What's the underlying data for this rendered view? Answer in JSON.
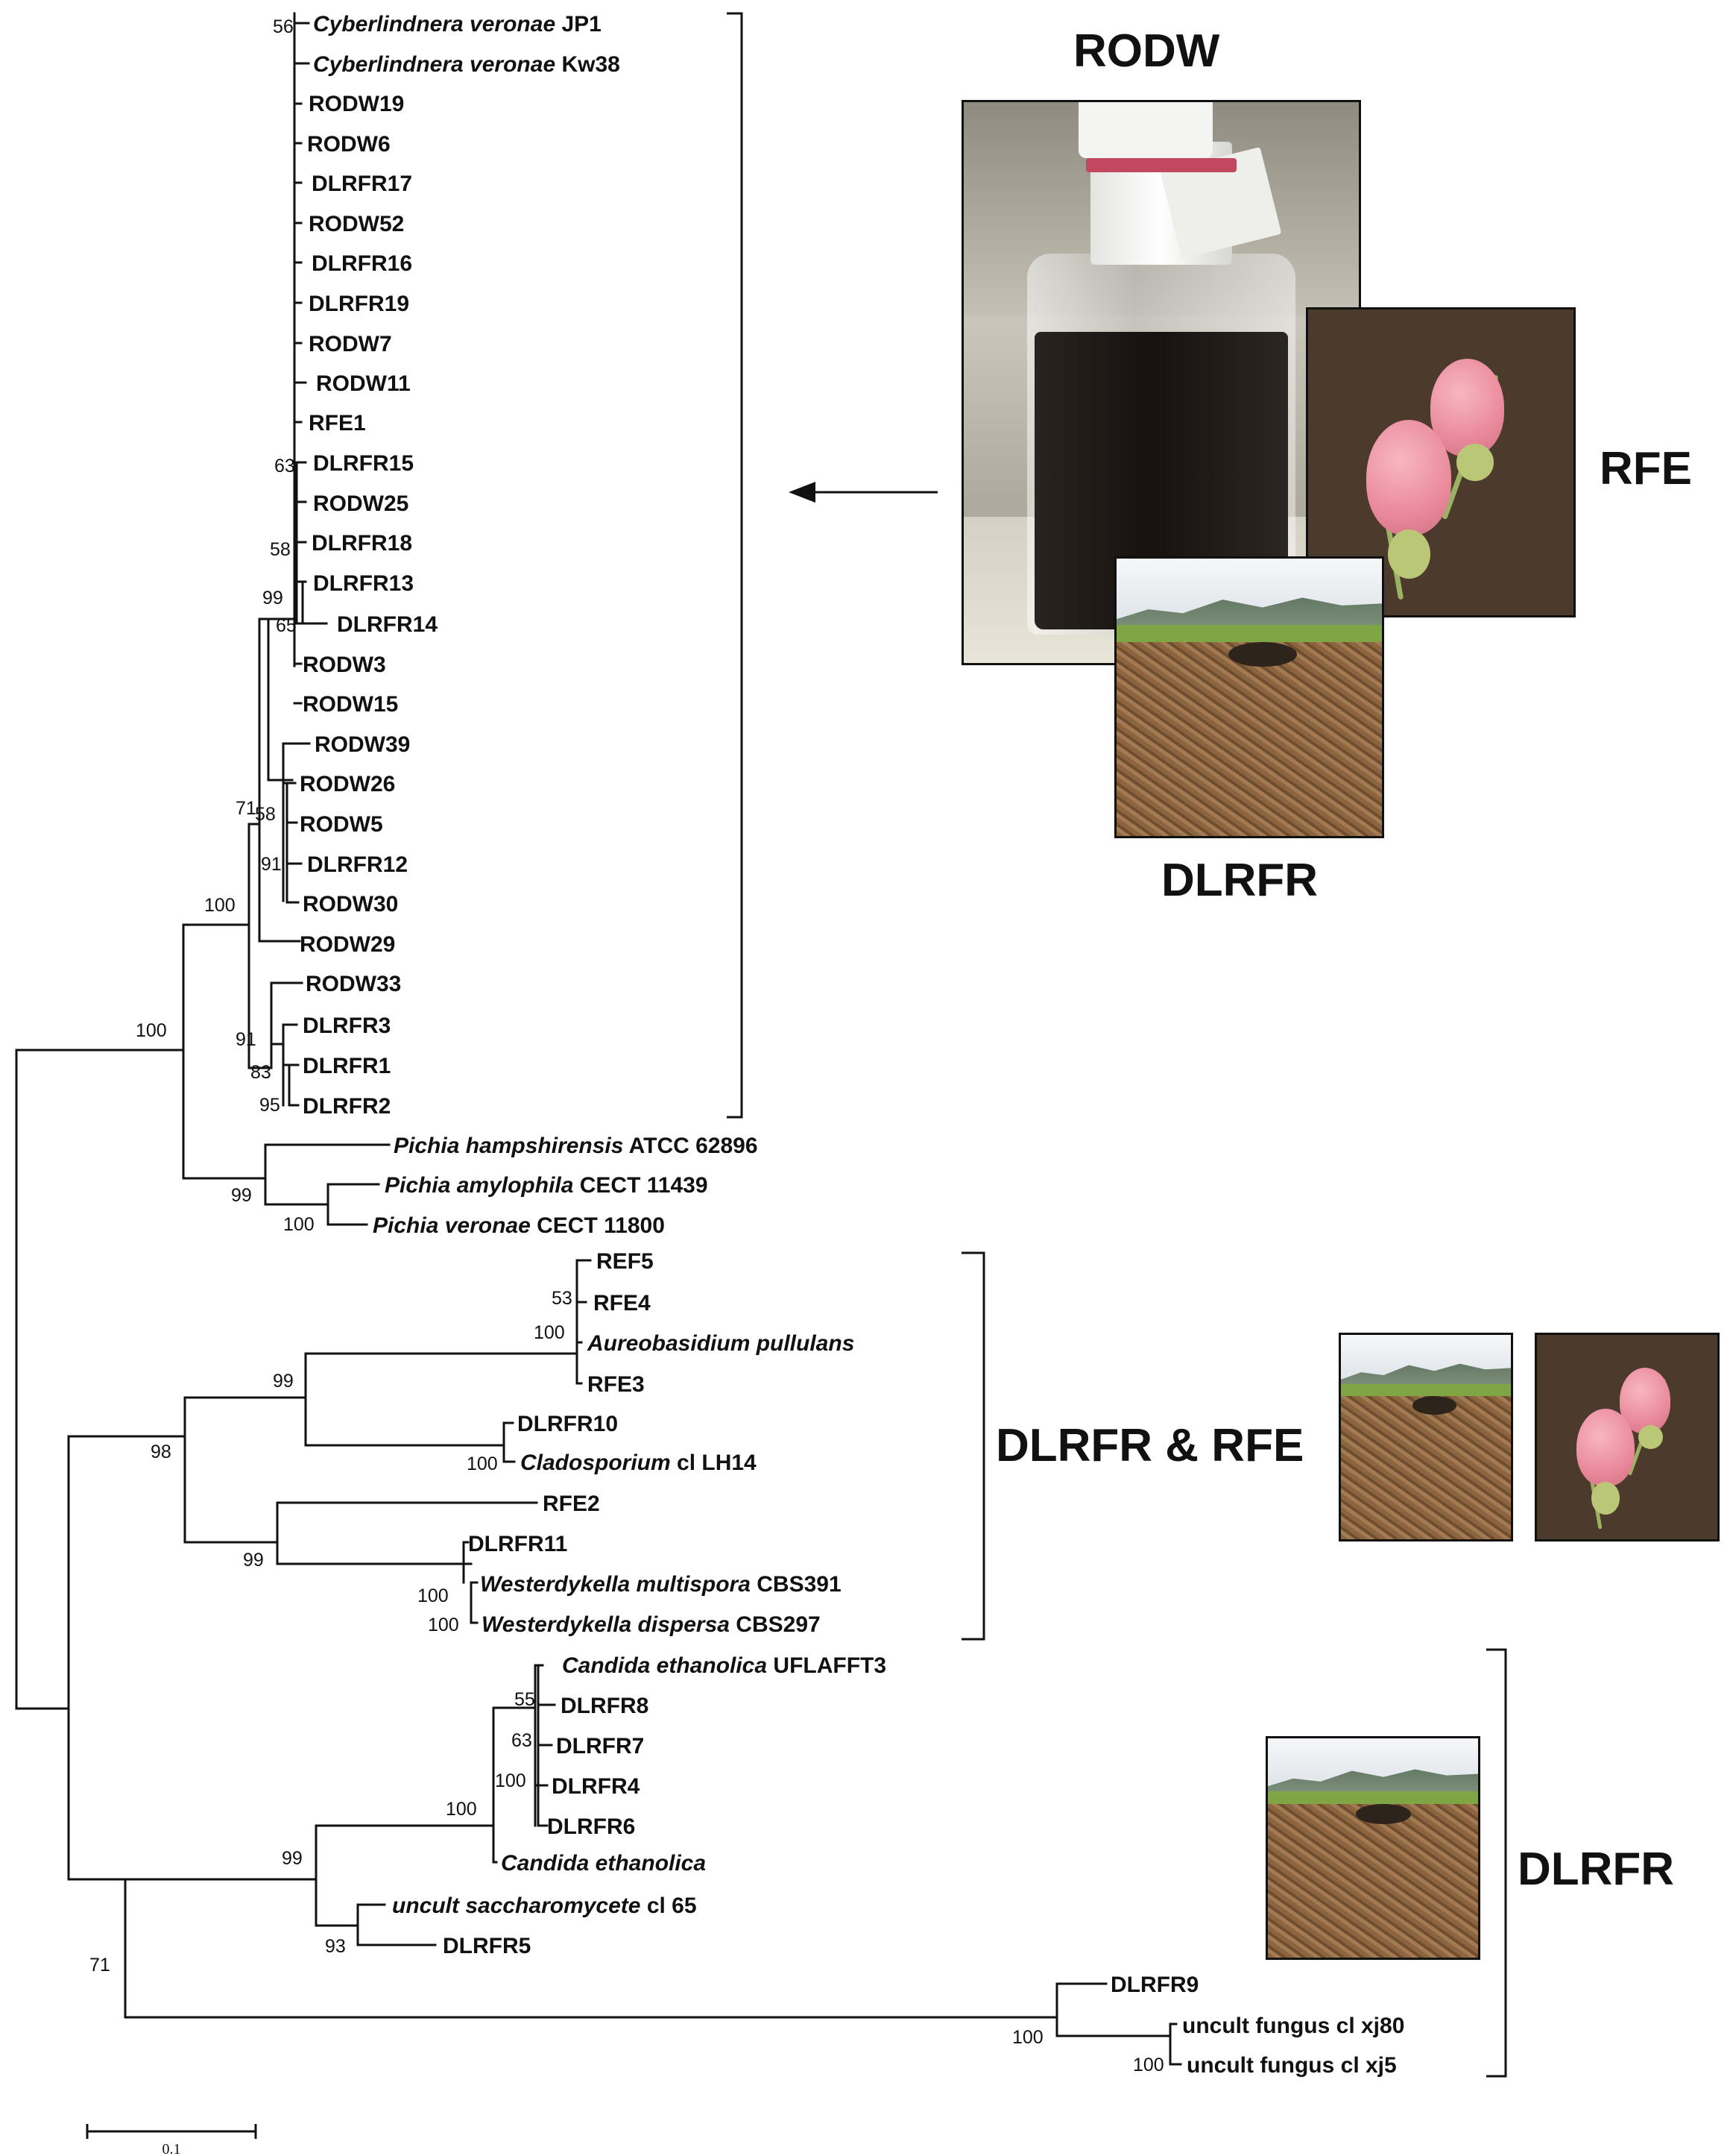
{
  "groups": {
    "rodw": "RODW",
    "rfe": "RFE",
    "dlrfr_top": "DLRFR",
    "mixed": "DLRFR & RFE",
    "dlrfr_bottom": "DLRFR"
  },
  "scale_label": "0.1",
  "leaves": [
    {
      "id": "l1",
      "italic": "Cyberlindnera veronae",
      "plain": " JP1"
    },
    {
      "id": "l2",
      "italic": "Cyberlindnera veronae",
      "plain": " Kw38"
    },
    {
      "id": "l3",
      "italic": "",
      "plain": "RODW19"
    },
    {
      "id": "l4",
      "italic": "",
      "plain": "RODW6"
    },
    {
      "id": "l5",
      "italic": "",
      "plain": "DLRFR17"
    },
    {
      "id": "l6",
      "italic": "",
      "plain": "RODW52"
    },
    {
      "id": "l7",
      "italic": "",
      "plain": "DLRFR16"
    },
    {
      "id": "l8",
      "italic": "",
      "plain": "DLRFR19"
    },
    {
      "id": "l9",
      "italic": "",
      "plain": "RODW7"
    },
    {
      "id": "l10",
      "italic": "",
      "plain": "RODW11"
    },
    {
      "id": "l11",
      "italic": "",
      "plain": "RFE1"
    },
    {
      "id": "l12",
      "italic": "",
      "plain": "DLRFR15"
    },
    {
      "id": "l13",
      "italic": "",
      "plain": "RODW25"
    },
    {
      "id": "l14",
      "italic": "",
      "plain": "DLRFR18"
    },
    {
      "id": "l15",
      "italic": "",
      "plain": "DLRFR13"
    },
    {
      "id": "l16",
      "italic": "",
      "plain": "DLRFR14"
    },
    {
      "id": "l17",
      "italic": "",
      "plain": "RODW3"
    },
    {
      "id": "l18",
      "italic": "",
      "plain": "RODW15"
    },
    {
      "id": "l19",
      "italic": "",
      "plain": "RODW39"
    },
    {
      "id": "l20",
      "italic": "",
      "plain": "RODW26"
    },
    {
      "id": "l21",
      "italic": "",
      "plain": "RODW5"
    },
    {
      "id": "l22",
      "italic": "",
      "plain": "DLRFR12"
    },
    {
      "id": "l23",
      "italic": "",
      "plain": "RODW30"
    },
    {
      "id": "l24",
      "italic": "",
      "plain": "RODW29"
    },
    {
      "id": "l25",
      "italic": "",
      "plain": "RODW33"
    },
    {
      "id": "l26",
      "italic": "",
      "plain": "DLRFR3"
    },
    {
      "id": "l27",
      "italic": "",
      "plain": "DLRFR1"
    },
    {
      "id": "l28",
      "italic": "",
      "plain": "DLRFR2"
    },
    {
      "id": "l29",
      "italic": "Pichia hampshirensis",
      "plain": " ATCC 62896"
    },
    {
      "id": "l30",
      "italic": "Pichia amylophila",
      "plain": " CECT 11439"
    },
    {
      "id": "l31",
      "italic": "Pichia veronae",
      "plain": " CECT 11800"
    },
    {
      "id": "l32",
      "italic": "",
      "plain": "REF5"
    },
    {
      "id": "l33",
      "italic": "",
      "plain": "RFE4"
    },
    {
      "id": "l34",
      "italic": "Aureobasidium pullulans",
      "plain": ""
    },
    {
      "id": "l35",
      "italic": "",
      "plain": "RFE3"
    },
    {
      "id": "l36",
      "italic": "",
      "plain": "DLRFR10"
    },
    {
      "id": "l37",
      "italic": "Cladosporium",
      "plain": " cl LH14"
    },
    {
      "id": "l38",
      "italic": "",
      "plain": "RFE2"
    },
    {
      "id": "l39",
      "italic": "",
      "plain": "DLRFR11"
    },
    {
      "id": "l40",
      "italic": "Westerdykella multispora",
      "plain": " CBS391"
    },
    {
      "id": "l41",
      "italic": "Westerdykella dispersa",
      "plain": " CBS297"
    },
    {
      "id": "l42",
      "italic": "Candida ethanolica",
      "plain": " UFLAFFT3"
    },
    {
      "id": "l43",
      "italic": "",
      "plain": "DLRFR8"
    },
    {
      "id": "l44",
      "italic": "",
      "plain": "DLRFR7"
    },
    {
      "id": "l45",
      "italic": "",
      "plain": "DLRFR4"
    },
    {
      "id": "l46",
      "italic": "",
      "plain": "DLRFR6"
    },
    {
      "id": "l47",
      "italic": "Candida ethanolica",
      "plain": ""
    },
    {
      "id": "l48",
      "italic": "uncult saccharomycete",
      "plain": " cl 65"
    },
    {
      "id": "l49",
      "italic": "",
      "plain": "DLRFR5"
    },
    {
      "id": "l50",
      "italic": "",
      "plain": "DLRFR9"
    },
    {
      "id": "l51",
      "italic": "",
      "plain": "uncult fungus cl xj80"
    },
    {
      "id": "l52",
      "italic": "",
      "plain": "uncult fungus cl xj5"
    }
  ],
  "bootstraps": [
    {
      "id": "b1",
      "value": "56"
    },
    {
      "id": "b2",
      "value": "63"
    },
    {
      "id": "b3",
      "value": "58"
    },
    {
      "id": "b4",
      "value": "99"
    },
    {
      "id": "b5",
      "value": "65"
    },
    {
      "id": "b6",
      "value": "71"
    },
    {
      "id": "b7",
      "value": "58"
    },
    {
      "id": "b8",
      "value": "91"
    },
    {
      "id": "b9",
      "value": "100"
    },
    {
      "id": "b10",
      "value": "100"
    },
    {
      "id": "b11",
      "value": "91"
    },
    {
      "id": "b12",
      "value": "83"
    },
    {
      "id": "b13",
      "value": "95"
    },
    {
      "id": "b14",
      "value": "99"
    },
    {
      "id": "b15",
      "value": "100"
    },
    {
      "id": "b16",
      "value": "53"
    },
    {
      "id": "b17",
      "value": "100"
    },
    {
      "id": "b18",
      "value": "99"
    },
    {
      "id": "b19",
      "value": "98"
    },
    {
      "id": "b20",
      "value": "100"
    },
    {
      "id": "b21",
      "value": "99"
    },
    {
      "id": "b22",
      "value": "100"
    },
    {
      "id": "b23",
      "value": "100"
    },
    {
      "id": "b24",
      "value": "55"
    },
    {
      "id": "b25",
      "value": "63"
    },
    {
      "id": "b26",
      "value": "100"
    },
    {
      "id": "b27",
      "value": "100"
    },
    {
      "id": "b28",
      "value": "99"
    },
    {
      "id": "b29",
      "value": "93"
    },
    {
      "id": "b30",
      "value": "71"
    },
    {
      "id": "b31",
      "value": "100"
    },
    {
      "id": "b32",
      "value": "100"
    }
  ]
}
